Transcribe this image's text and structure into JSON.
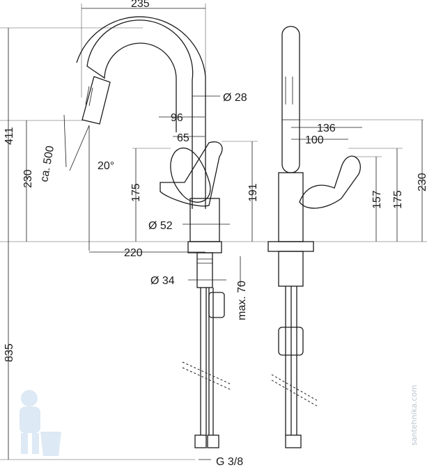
{
  "dimensions": {
    "d235": "235",
    "d411": "411",
    "d230_left": "230",
    "d500": "ca. 500",
    "d20deg": "20°",
    "d28": "Ø 28",
    "d96": "96",
    "d65": "65",
    "d175_left": "175",
    "d191": "191",
    "d52": "Ø 52",
    "d220": "220",
    "d34": "Ø 34",
    "max70": "max. 70",
    "d835": "835",
    "g38": "G 3/8",
    "d136": "136",
    "d100": "100",
    "d157": "157",
    "d175_right": "175",
    "d230_right": "230"
  },
  "watermark": "santehnika.com",
  "colors": {
    "line": "#1a1a1a",
    "mascot": "#cfe0f0",
    "watermark": "#b9c4d0"
  }
}
